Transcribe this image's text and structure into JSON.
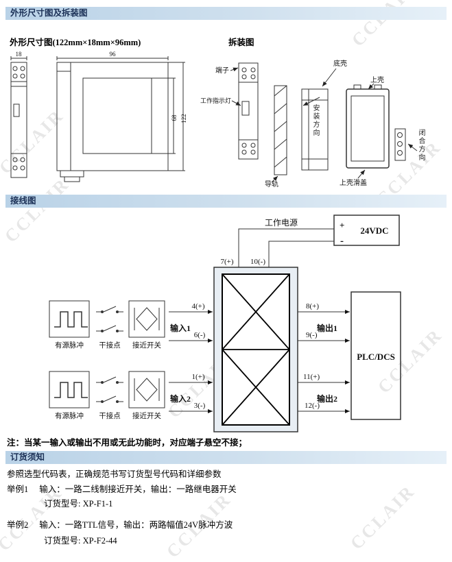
{
  "watermark": "CCLAIR",
  "header1": "外形尺寸图及拆装图",
  "outline": {
    "title": "外形尺寸图",
    "size": "(122mm×18mm×96mm)",
    "dim_w": "18",
    "dim_d": "96",
    "dim_h": "122",
    "dim_inner": "68"
  },
  "disassembly": {
    "title": "拆装图",
    "terminal": "端子",
    "indicator": "工作指示灯",
    "rail": "导轨",
    "install_dir": "安装方向",
    "bottom_shell": "底壳",
    "top_shell": "上壳",
    "close_dir": "闭合方向",
    "slide_cover": "上壳滑盖"
  },
  "wiring": {
    "header": "接线图",
    "power_label": "工作电源",
    "power_value": "24VDC",
    "plus": "+",
    "minus": "-",
    "t7": "7(+)",
    "t10": "10(-)",
    "t4": "4(+)",
    "t6": "6(-)",
    "t1": "1(+)",
    "t3": "3(-)",
    "t8": "8(+)",
    "t9": "9(-)",
    "t11": "11(+)",
    "t12": "12(-)",
    "input1": "输入1",
    "input2": "输入2",
    "output1": "输出1",
    "output2": "输出2",
    "pulse": "有源脉冲",
    "dry_contact": "干接点",
    "proximity": "接近开关",
    "plc": "PLC/DCS",
    "note": "注：当某一输入或输出不用或无此功能时，对应端子悬空不接；"
  },
  "ordering": {
    "header": "订货须知",
    "intro": "参照选型代码表，正确规范书写订货型号代码和详细参数",
    "ex1_label": "举例1",
    "ex1_text": "输入：一路二线制接近开关，输出：一路继电器开关",
    "ex1_model": "订货型号: XP-F1-1",
    "ex2_label": "举例2",
    "ex2_text": "输入：一路TTL信号，输出：两路幅值24V脉冲方波",
    "ex2_model": "订货型号: XP-F2-44"
  }
}
